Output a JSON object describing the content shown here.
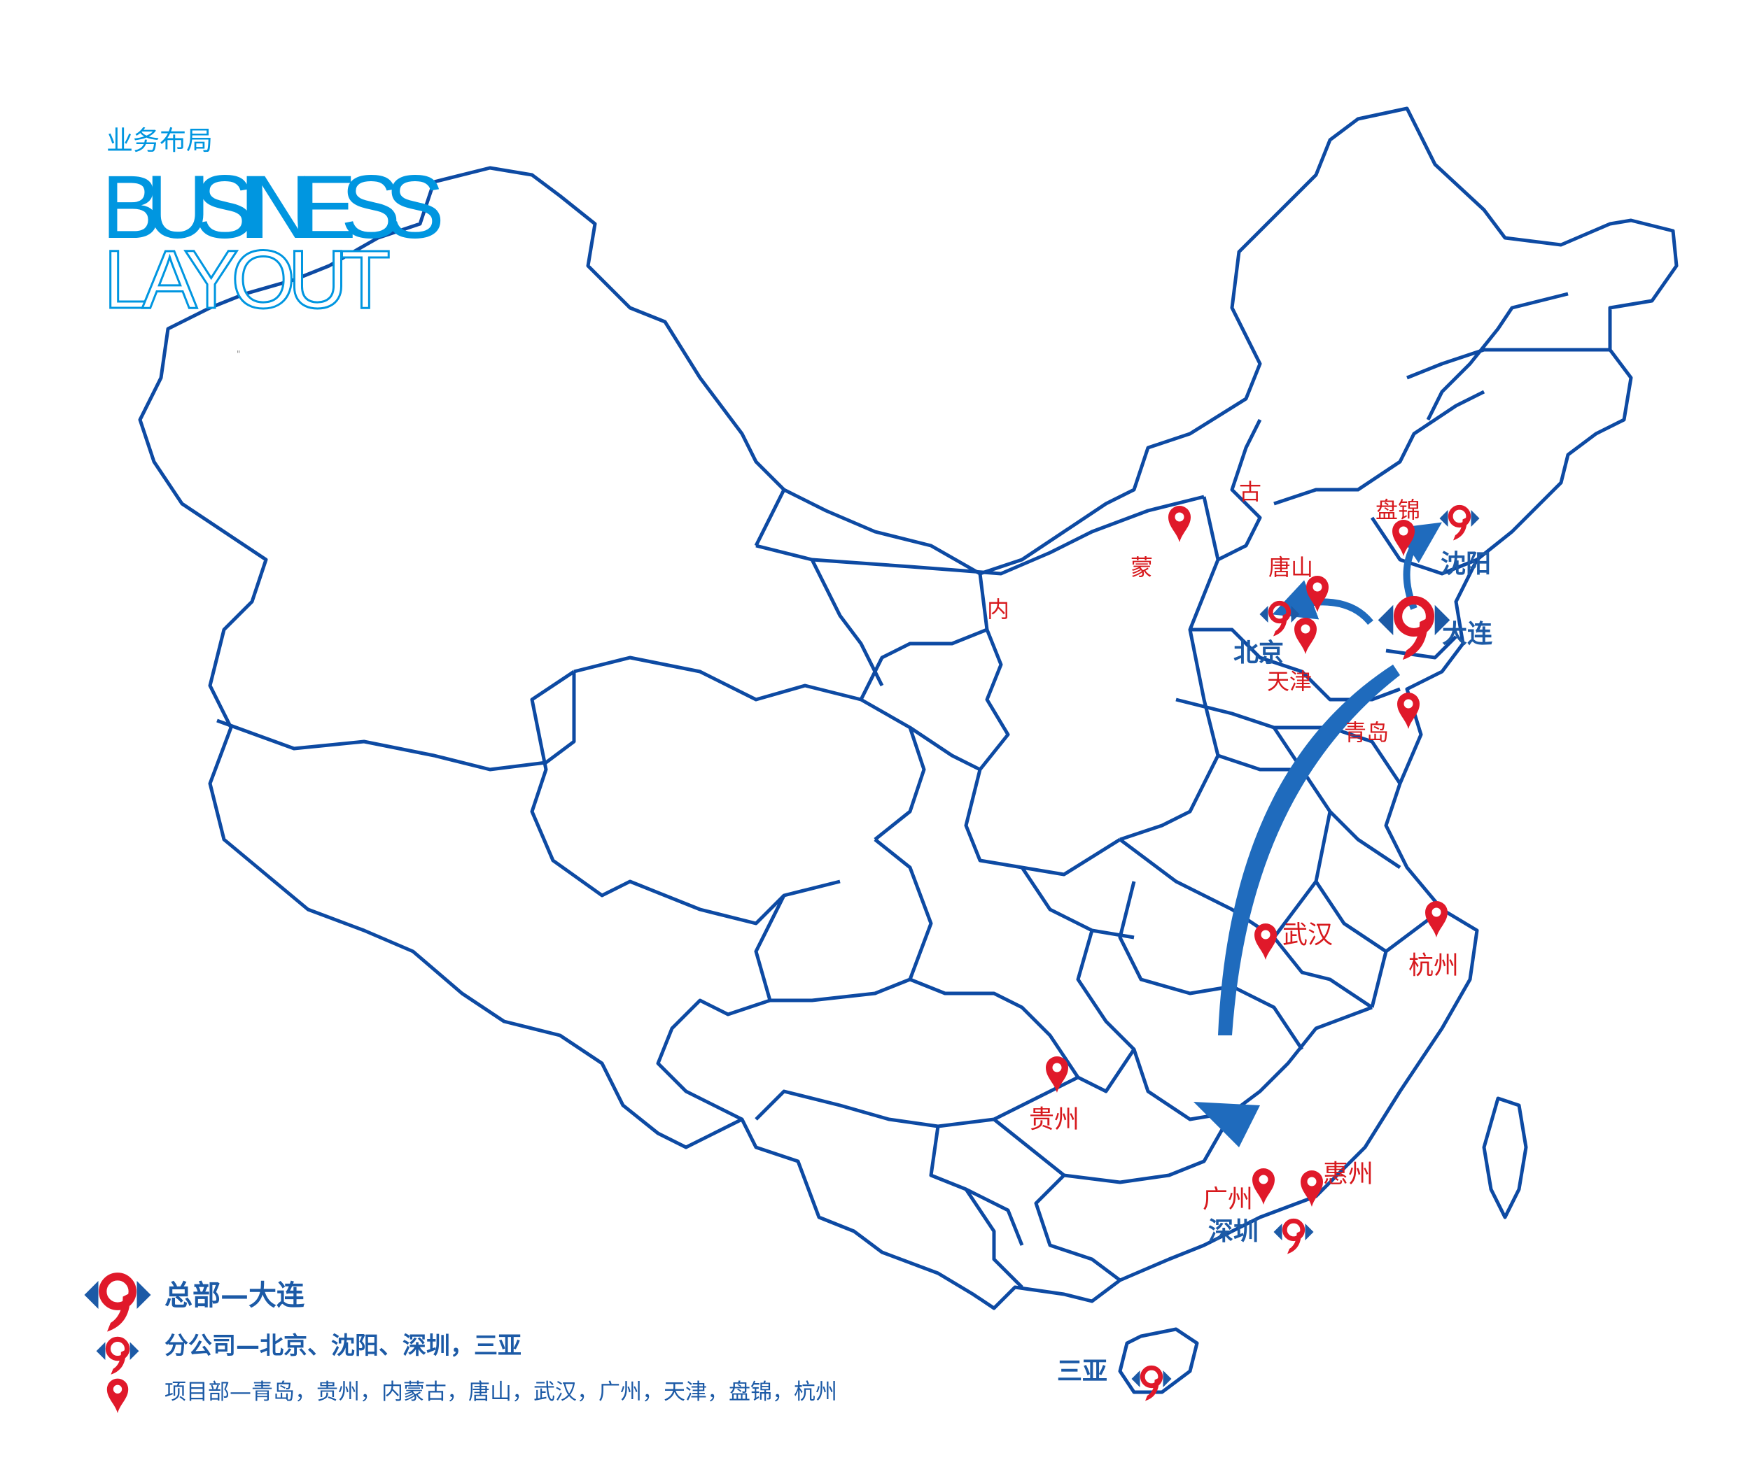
{
  "header": {
    "title_cn": "业务布局",
    "title_en_line1": "BUSINESS",
    "title_en_line2": "LAYOUT",
    "stray_mark": "\""
  },
  "colors": {
    "border": "#0d4aa3",
    "brand_blue": "#1c5aa6",
    "title_blue": "#0096e0",
    "pin_red": "#e0192a",
    "label_red": "#d7191d",
    "arrow_blue": "#1f6bbd"
  },
  "map": {
    "region_labels": [
      "内",
      "蒙",
      "古"
    ],
    "headquarters": {
      "name": "大连"
    },
    "branches": [
      {
        "name": "北京"
      },
      {
        "name": "沈阳"
      },
      {
        "name": "深圳"
      },
      {
        "name": "三亚"
      }
    ],
    "projects": [
      {
        "name": "盘锦"
      },
      {
        "name": "唐山"
      },
      {
        "name": "天津"
      },
      {
        "name": "青岛"
      },
      {
        "name": "武汉"
      },
      {
        "name": "杭州"
      },
      {
        "name": "贵州"
      },
      {
        "name": "广州"
      },
      {
        "name": "惠州"
      }
    ],
    "region_pin": {
      "name": "内蒙古",
      "icon": "map-pin-icon"
    }
  },
  "legend": {
    "hq_label": "总部—大连",
    "branch_label": "分公司—北京、沈阳、深圳，三亚",
    "project_label": "项目部—青岛，贵州，内蒙古，唐山，武汉，广州，天津，盘锦，杭州",
    "hq_icon": "headquarters-logo-icon",
    "branch_icon": "branch-logo-icon",
    "project_icon": "map-pin-icon"
  }
}
